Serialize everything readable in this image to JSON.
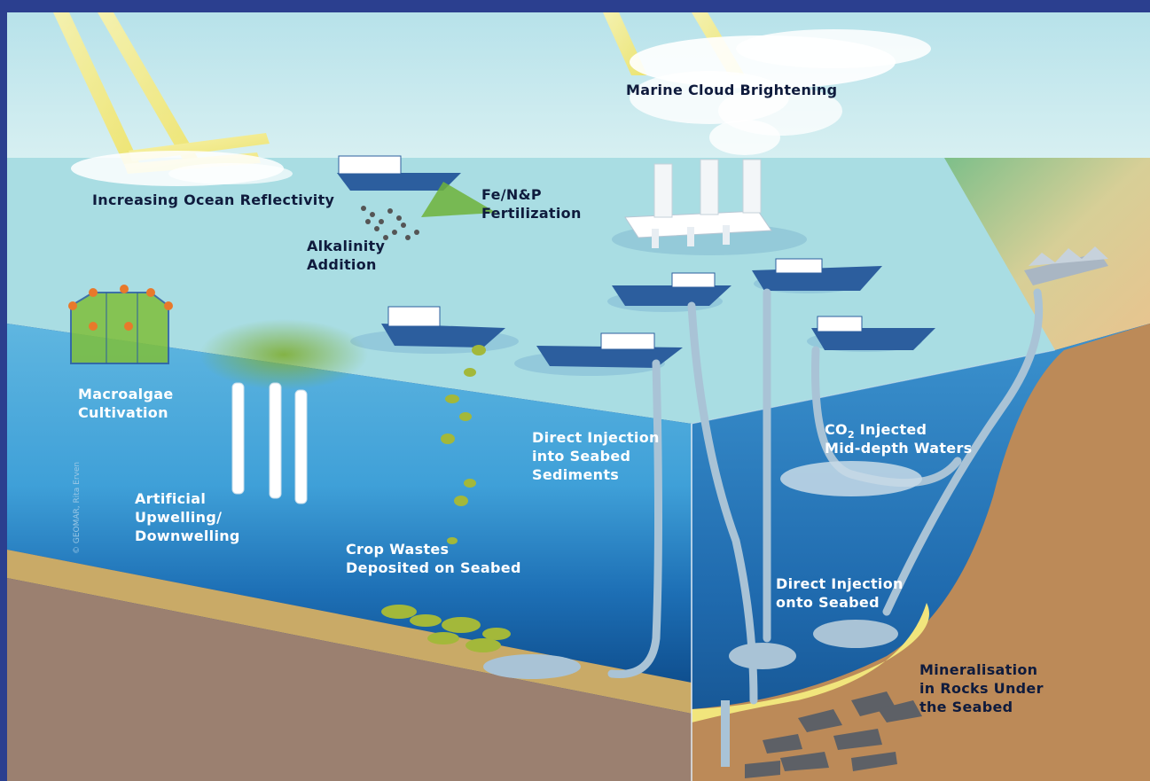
{
  "labels": {
    "marine_cloud": "Marine Cloud Brightening",
    "ocean_reflectivity": "Increasing Ocean Reflectivity",
    "fertilization_1": "Fe/N&P",
    "fertilization_2": "Fertilization",
    "alkalinity_1": "Alkalinity",
    "alkalinity_2": "Addition",
    "macroalgae_1": "Macroalgae",
    "macroalgae_2": "Cultivation",
    "upwelling_1": "Artificial",
    "upwelling_2": "Upwelling/",
    "upwelling_3": "Downwelling",
    "crop_1": "Crop Wastes",
    "crop_2": "Deposited on Seabed",
    "injection_sediments_1": "Direct Injection",
    "injection_sediments_2": "into Seabed",
    "injection_sediments_3": "Sediments",
    "co2_prefix": "CO",
    "co2_sub": "2",
    "co2_suffix": " Injected",
    "co2_line2": "Mid-depth Waters",
    "injection_onto_1": "Direct Injection",
    "injection_onto_2": "onto Seabed",
    "mineral_1": "Mineralisation",
    "mineral_2": "in Rocks Under",
    "mineral_3": "the Seabed"
  },
  "credit": "© GEOMAR, Rita Erven",
  "colors": {
    "frame": "#2b3f8f",
    "sky": "#bfe6ec",
    "ocean_surface": "#a8dde3",
    "deep_water": "#1e6fb0",
    "seabed": "#c8a866",
    "rock": "#b8875a",
    "sediment": "#f2e47a",
    "pipe": "#a9c3d6",
    "ship": "#2c5e9e",
    "algae": "#7fbf3a"
  }
}
